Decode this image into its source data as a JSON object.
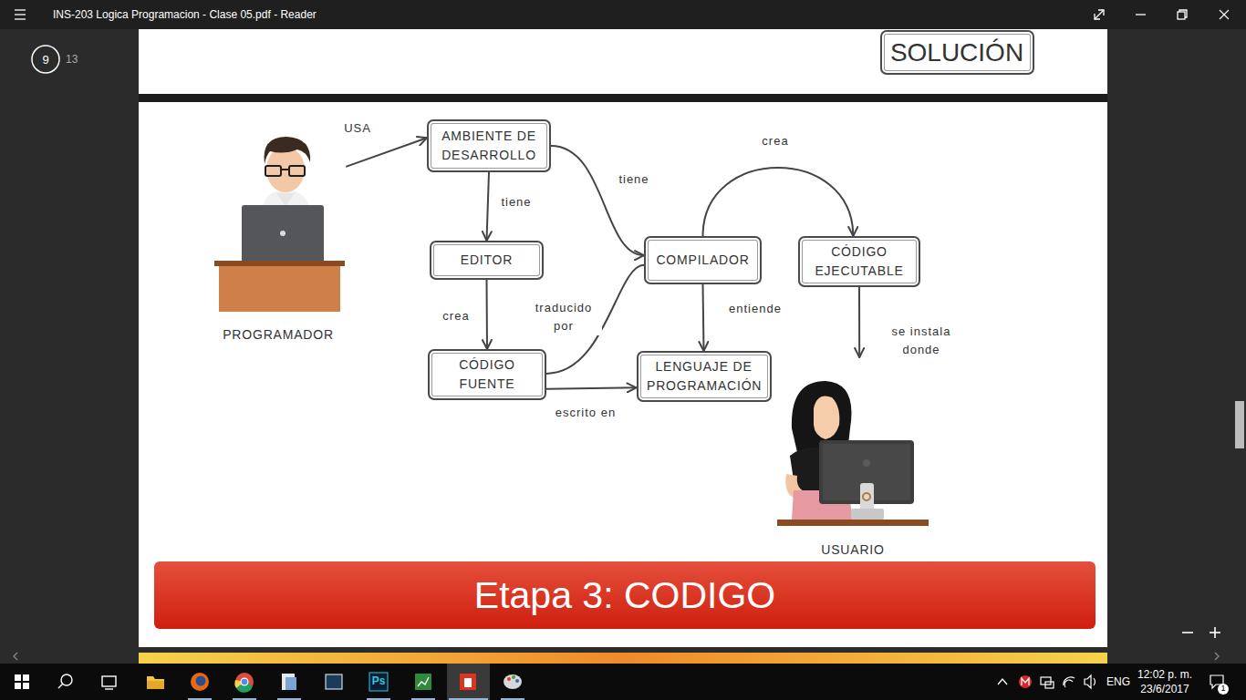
{
  "diagram": {
    "title": "Etapa 3: CODIGO",
    "nodes": [
      {
        "text": [
          "SOLUCIÓN"
        ]
      },
      {
        "text": [
          "PROGRAMADOR"
        ]
      },
      {
        "text": [
          "AMBIENTE DE DESARROLLO"
        ]
      },
      {
        "text": [
          "EDITOR"
        ]
      },
      {
        "text": [
          "CÓDIGO FUENTE"
        ]
      },
      {
        "text": [
          "COMPILADOR"
        ]
      },
      {
        "text": [
          "LENGUAJE DE PROGRAMACIÓN"
        ]
      },
      {
        "text": [
          "CÓDIGO EJECUTABLE"
        ]
      },
      {
        "text": [
          "USUARIO"
        ]
      }
    ],
    "edges": [
      {
        "from": 1,
        "to": 2,
        "arrow": "to",
        "label": "USA"
      },
      {
        "from": 2,
        "to": 3,
        "arrow": "to",
        "label": "tiene"
      },
      {
        "from": 2,
        "to": 5,
        "arrow": "to",
        "label": "tiene"
      },
      {
        "from": 3,
        "to": 4,
        "arrow": "to",
        "label": "crea"
      },
      {
        "from": 4,
        "to": 5,
        "arrow": "none",
        "label": "traducido por"
      },
      {
        "from": 4,
        "to": 6,
        "arrow": "to",
        "label": "escrito en"
      },
      {
        "from": 5,
        "to": 6,
        "arrow": "to",
        "label": "entiende"
      },
      {
        "from": 5,
        "to": 7,
        "arrow": "to",
        "label": "crea"
      },
      {
        "from": 7,
        "to": 8,
        "arrow": "to",
        "label": "se instala donde"
      }
    ],
    "labels": [
      "INS-203 Logica Programacion - Clase 05.pdf - Reader",
      "9",
      "13",
      "Ps",
      "ENG",
      "12:02 p. m.",
      "23/6/2017",
      "1"
    ]
  }
}
